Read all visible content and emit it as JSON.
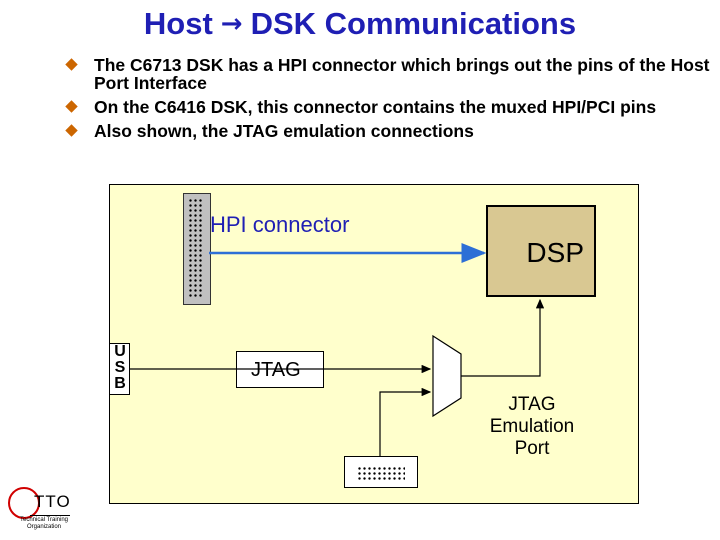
{
  "title": {
    "left": "Host",
    "arrow": "→",
    "right": "DSK Communications"
  },
  "bullets": [
    "The C6713 DSK has a HPI connector which brings out the pins of the Host Port Interface",
    "On the C6416 DSK, this connector contains the muxed HPI/PCI pins",
    "Also shown, the JTAG emulation connections"
  ],
  "diagram": {
    "hpi_label": "HPI connector",
    "dsp_label": "DSP",
    "usb_label": "USB",
    "jtag_label": "JTAG",
    "emulation_label": "JTAG Emulation Port"
  },
  "logo": {
    "text": "TTO",
    "subtitle": "Technical Training Organization"
  },
  "colors": {
    "title": "#1f1fb4",
    "bullet": "#cc6600",
    "board": "#ffffcc",
    "dsp": "#d9c892",
    "arrow": "#2d6fd6",
    "logo_ring": "#d00000"
  }
}
